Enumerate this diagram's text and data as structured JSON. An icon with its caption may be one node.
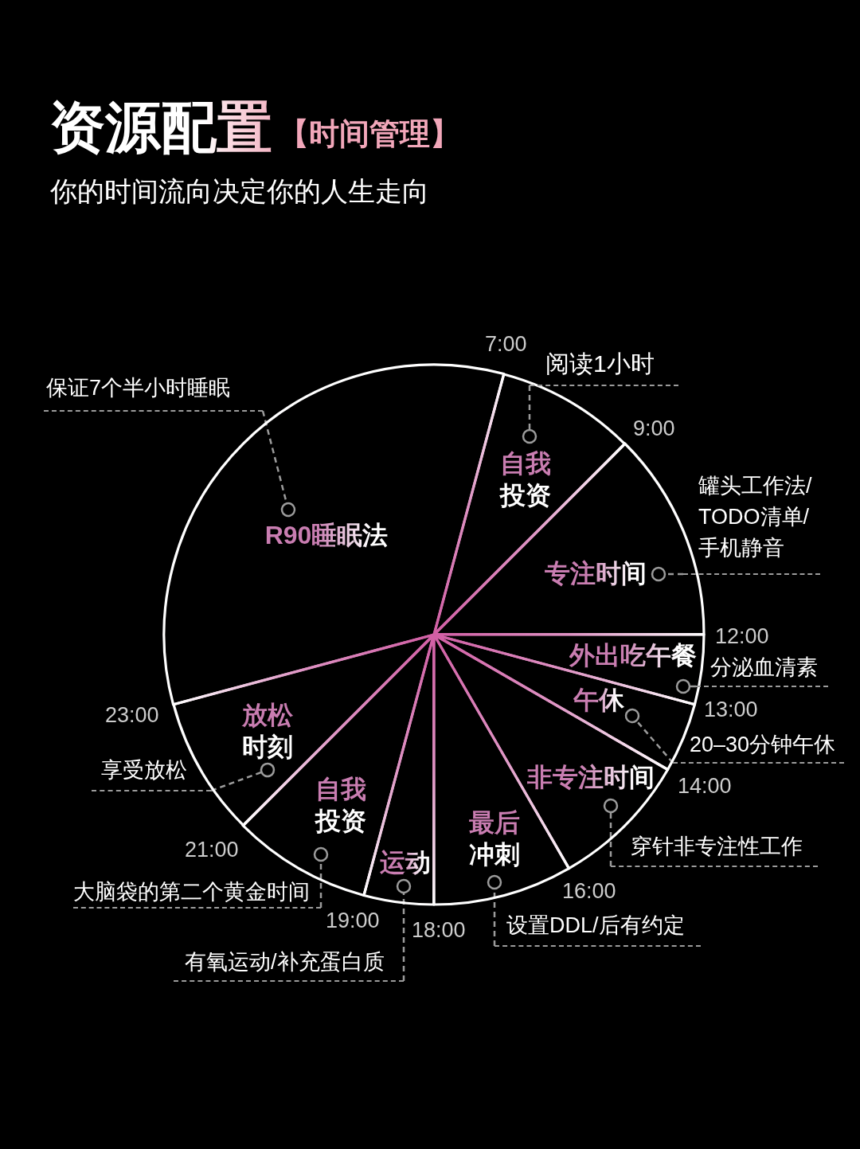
{
  "diagram": {
    "title": "资源配置",
    "nodes": [
      {
        "text": [
          "R90睡眠法"
        ]
      },
      {
        "text": [
          "自我投资"
        ]
      },
      {
        "text": [
          "专注时间"
        ]
      },
      {
        "text": [
          "外出吃午餐"
        ]
      },
      {
        "text": [
          "午休"
        ]
      },
      {
        "text": [
          "非专注时间"
        ]
      },
      {
        "text": [
          "最后冲刺"
        ]
      },
      {
        "text": [
          "运动"
        ]
      },
      {
        "text": [
          "自我投资"
        ]
      },
      {
        "text": [
          "放松时刻"
        ]
      },
      {
        "text": [
          "保证7个半小时睡眠"
        ]
      },
      {
        "text": [
          "阅读1小时"
        ]
      },
      {
        "text": [
          "罐头工作法/TODO清单/手机静音"
        ]
      },
      {
        "text": [
          "分泌血清素"
        ]
      },
      {
        "text": [
          "20–30分钟午休"
        ]
      },
      {
        "text": [
          "穿针非专注性工作"
        ]
      },
      {
        "text": [
          "设置DDL/后有约定"
        ]
      },
      {
        "text": [
          "有氧运动/补充蛋白质"
        ]
      },
      {
        "text": [
          "大脑袋的第二个黄金时间"
        ]
      },
      {
        "text": [
          "享受放松"
        ]
      }
    ],
    "edges": [
      {
        "from": 10,
        "to": 0,
        "arrow": "other",
        "style": "dashed"
      },
      {
        "from": 11,
        "to": 1,
        "arrow": "other",
        "style": "dashed"
      },
      {
        "from": 12,
        "to": 2,
        "arrow": "other",
        "style": "dashed"
      },
      {
        "from": 13,
        "to": 3,
        "arrow": "other",
        "style": "dashed"
      },
      {
        "from": 14,
        "to": 4,
        "arrow": "other",
        "style": "dashed"
      },
      {
        "from": 15,
        "to": 5,
        "arrow": "other",
        "style": "dashed"
      },
      {
        "from": 16,
        "to": 6,
        "arrow": "other",
        "style": "dashed"
      },
      {
        "from": 17,
        "to": 7,
        "arrow": "other",
        "style": "dashed"
      },
      {
        "from": 18,
        "to": 8,
        "arrow": "other",
        "style": "dashed"
      },
      {
        "from": 19,
        "to": 9,
        "arrow": "other",
        "style": "dashed"
      }
    ],
    "labels": [
      "【时间管理】",
      "你的时间流向决定你的人生走向",
      "7:00",
      "9:00",
      "12:00",
      "13:00",
      "23:00",
      "14:00",
      "21:00",
      "16:00",
      "19:00",
      "18:00"
    ]
  }
}
